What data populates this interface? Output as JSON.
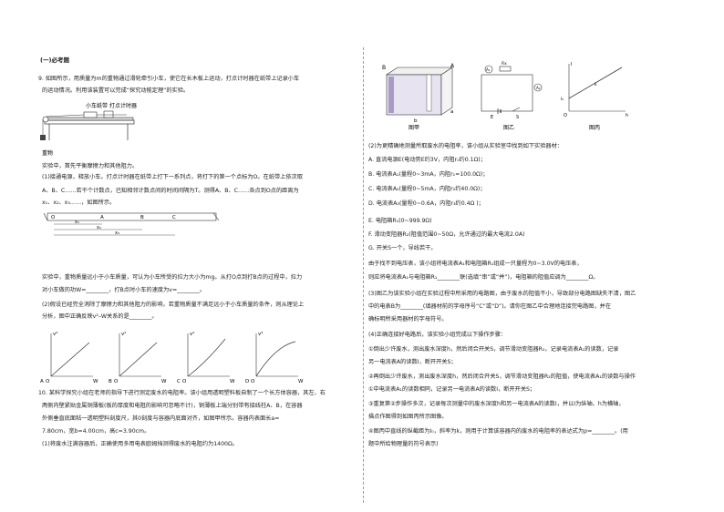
{
  "left": {
    "section": "(一)必考题",
    "q9": [
      "9. 如图所示，用质量为m的重物通过滑轮牵引小车，使它在长木板上运动，打点计时器在纸带上记录小车",
      "的运动情况。利用该装置可以完成“探究动能定理”的实验。",
      "实验中，首先平衡摩擦力和其他阻力。",
      "(1)接通电源，释放小车。打点计时器在纸带上打下一系列点，将打下的第一个点标为O。在纸带上依次取",
      "A、B、C……若干个计数点，已知相邻计数点间的时间间隔为T。测得A、B、C……各点到O点的距离为",
      "x₁、x₂、x₃……，如图所示。",
      "实验中，重物质量远小于小车质量，可认为小车所受的拉力大小为mg。从打O点到打B点的过程中，拉力",
      "对小车做的功W=________，打B点时小车的速度为v=________。",
      "(2)假设已经完全消除了摩擦力和其他阻力的影响，若重物质量不满足远小于小车质量的条件，则从理论上",
      "分析，图中正确反映v²–W关系的是________。"
    ],
    "apparatus": {
      "car": "小车",
      "tape": "纸带",
      "timer": "打点计时器",
      "weight": "重物"
    },
    "tape_labels": {
      "o": "O",
      "a": "A",
      "b": "B",
      "c": "C",
      "x1": "x₁",
      "x2": "x₂",
      "x3": "x₃"
    },
    "graph_options": {
      "y": "v²",
      "x": "W",
      "origin": "O",
      "labels": [
        "A",
        "B",
        "C",
        "D"
      ]
    },
    "q10": [
      "10. 某科学探究小组在老师的指导下进行测定废水的电阻率。该小组用透明塑料板自制了一个长方体容器，其左、右",
      "两侧内壁紧贴金属铜薄板(板的厚度和电阻的影响可忽略不计)，铜薄板上端分别带有接线柱A、B，在容器",
      "外侧垂直底面粘一透明塑料刻度尺，其0刻度与容器内底面对齐，如图甲所示。容器内表面长a=",
      "7.80cm，宽b=4.00cm，高c=3.90cm。",
      "(1)将废水注满容器后，正确使用多用电表欧姆挡测得废水的电阻约为1400Ω。"
    ]
  },
  "right": {
    "figures": {
      "jia": "图甲",
      "yi": "图乙",
      "bing": "图丙"
    },
    "fig_labels": {
      "b": "B",
      "a": "A",
      "bb": "b",
      "aa": "a",
      "a1": "A₁",
      "a2": "A₂",
      "rx": "Rx",
      "e": "E",
      "s": "S",
      "i": "I",
      "io": "I₀",
      "k": "k",
      "origin": "O",
      "h": "h"
    },
    "q10": [
      "(2)为更精确地测量所取废水的电阻率，该小组从实验室中找到如下实验器材：",
      "A. 直流电源E(电动势E约3V，内阻r₀约0.1Ω)；",
      "B. 电流表A₁(量程0~3mA，内阻r₁=100.0Ω)；",
      "C. 电流表A₂(量程0~5mA，内阻r₂约40.0Ω)；",
      "D. 电流表A₃(量程0~0.6A，内阻r₃约0.4Ω      )；",
      "E. 电阻箱R₁(0~999.9Ω)",
      "F. 滑动变阻器R₂(阻值范围0~50Ω，允许通过的最大电流2.0A)",
      "G. 开关S一个，导线若干。",
      "由于找不到电压表，该小组将电流表A₁和电阻箱R₁组成一只量程为0~3.0V的电压表，",
      "则应将电流表A₁与电阻箱R₁________联(选填“串”或“并”)，电阻箱的阻值应调为________Ω。",
      "(3)图乙为该实验小组在实验过程中所采用的电路图，由于废水的阻值不小，导致部分电路图缺失不清，图乙",
      "中的电表B为________(填器材前的字母序号“C”或“D”)。请你在图乙中合理地连接完电路图，并在",
      "确标明所采用器材的字母符号。",
      "(4)正确连接好电路后，该实验小组完成以下操作步骤：",
      "①倒出少许废水，测出废水深度h，然后闭合开关S，调节滑动变阻器R₂，记录电流表A₁的读数，记录",
      "另一电流表A的读数I，断开开关S；",
      "②再倒出少许废水，测出废水深度h，然后闭合开关S，调节滑动变阻器R₂的阻值，使电流表A₁的读数与操作",
      "①中电流表A₁的读数相同，记录另一电流表A的读数I，断开开关S；",
      "③重复第②步操作多次，记录每次测量中的废水深度h和另一电流表A的读数I，并以I为纵轴、h为横轴，",
      "描点作图得到如图丙所示图像。",
      "④图丙中直线的纵截距为I₀，斜率为k，则用于计算该容器内的废水的电阻率的表达式为ρ=________。(用",
      "题中所给物理量的符号表示)"
    ]
  }
}
